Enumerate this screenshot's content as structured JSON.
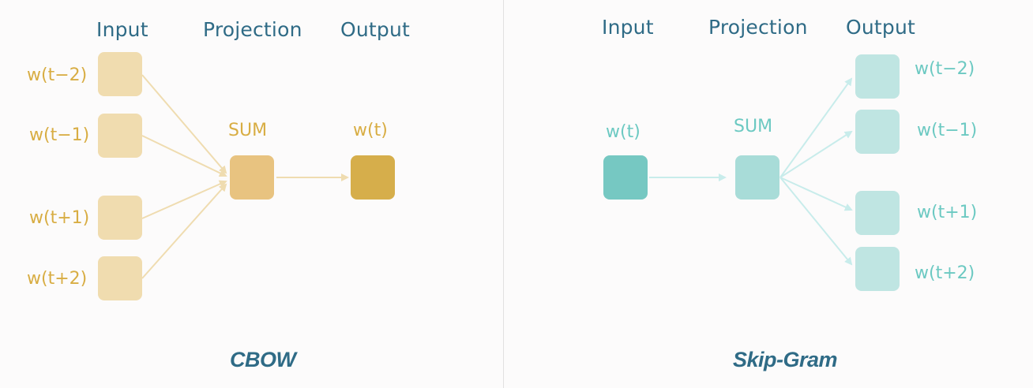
{
  "colors": {
    "cbow_input_box": "#f0dcaf",
    "cbow_sum_box": "#e8c380",
    "cbow_output_box": "#d6ae4b",
    "cbow_text": "#d8ad43",
    "cbow_arrow": "#efdcb0",
    "skip_input_box": "#76c8c2",
    "skip_sum_box": "#a8dcd8",
    "skip_output_box": "#bfe5e2",
    "skip_text": "#6cc9c2",
    "skip_arrow": "#c8eceb",
    "header_text": "#2f6b86"
  },
  "cbow": {
    "headers": {
      "input": "Input",
      "projection": "Projection",
      "output": "Output"
    },
    "inputs": [
      "w(t−2)",
      "w(t−1)",
      "w(t+1)",
      "w(t+2)"
    ],
    "sum_label": "SUM",
    "output_label": "w(t)",
    "caption": "CBOW"
  },
  "skipgram": {
    "headers": {
      "input": "Input",
      "projection": "Projection",
      "output": "Output"
    },
    "input_label": "w(t)",
    "sum_label": "SUM",
    "outputs": [
      "w(t−2)",
      "w(t−1)",
      "w(t+1)",
      "w(t+2)"
    ],
    "caption": "Skip-Gram"
  }
}
